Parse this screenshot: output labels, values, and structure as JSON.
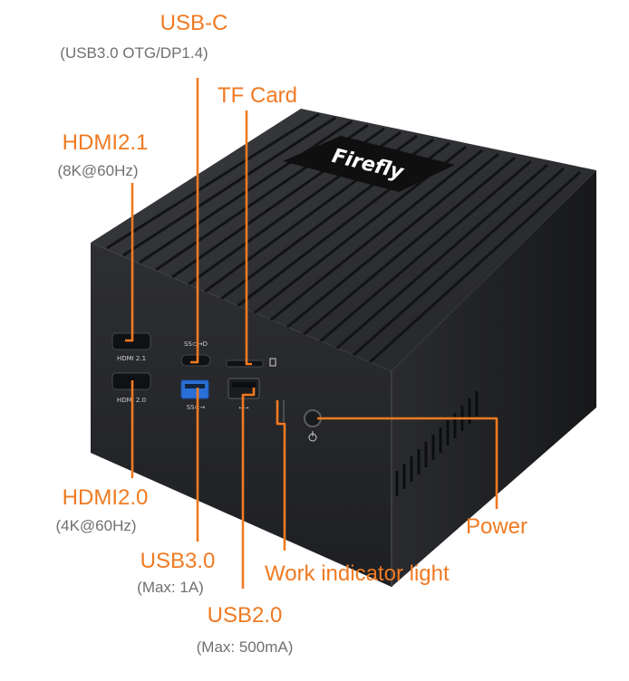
{
  "colors": {
    "accent": "#f07a22",
    "muted": "#707070",
    "case": "#2b2c2f",
    "case_dark": "#1b1c1e",
    "port": "#101113",
    "usb3_blue": "#2a6fd6"
  },
  "icons": {
    "usb-c-port": "ss-usb-c-glyph",
    "tf-card-slot": "sd-card-glyph",
    "usb3-port": "ss-usb-glyph",
    "usb2-port": "usb-trident-glyph",
    "power-button": "power-symbol"
  },
  "labels": {
    "usbc": {
      "title": "USB-C",
      "detail": "(USB3.0 OTG/DP1.4)"
    },
    "tf_card": {
      "title": "TF Card"
    },
    "hdmi21": {
      "title": "HDMI2.1",
      "detail": "(8K@60Hz)"
    },
    "hdmi20": {
      "title": "HDMI2.0",
      "detail": "(4K@60Hz)"
    },
    "usb30": {
      "title": "USB3.0",
      "detail": "(Max: 1A)"
    },
    "usb20": {
      "title": "USB2.0",
      "detail": "(Max: 500mA)"
    },
    "power": {
      "title": "Power"
    },
    "work_light": {
      "title": "Work indicator light"
    }
  },
  "device": {
    "brand": "Firefly",
    "port_text": {
      "hdmi21": "HDMI 2.1",
      "hdmi20": "HDMI 2.0",
      "usbc_mark": "SS⊂→D",
      "usb3_mark": "SS⊂→",
      "usb2_mark": "⭠⭢"
    }
  }
}
